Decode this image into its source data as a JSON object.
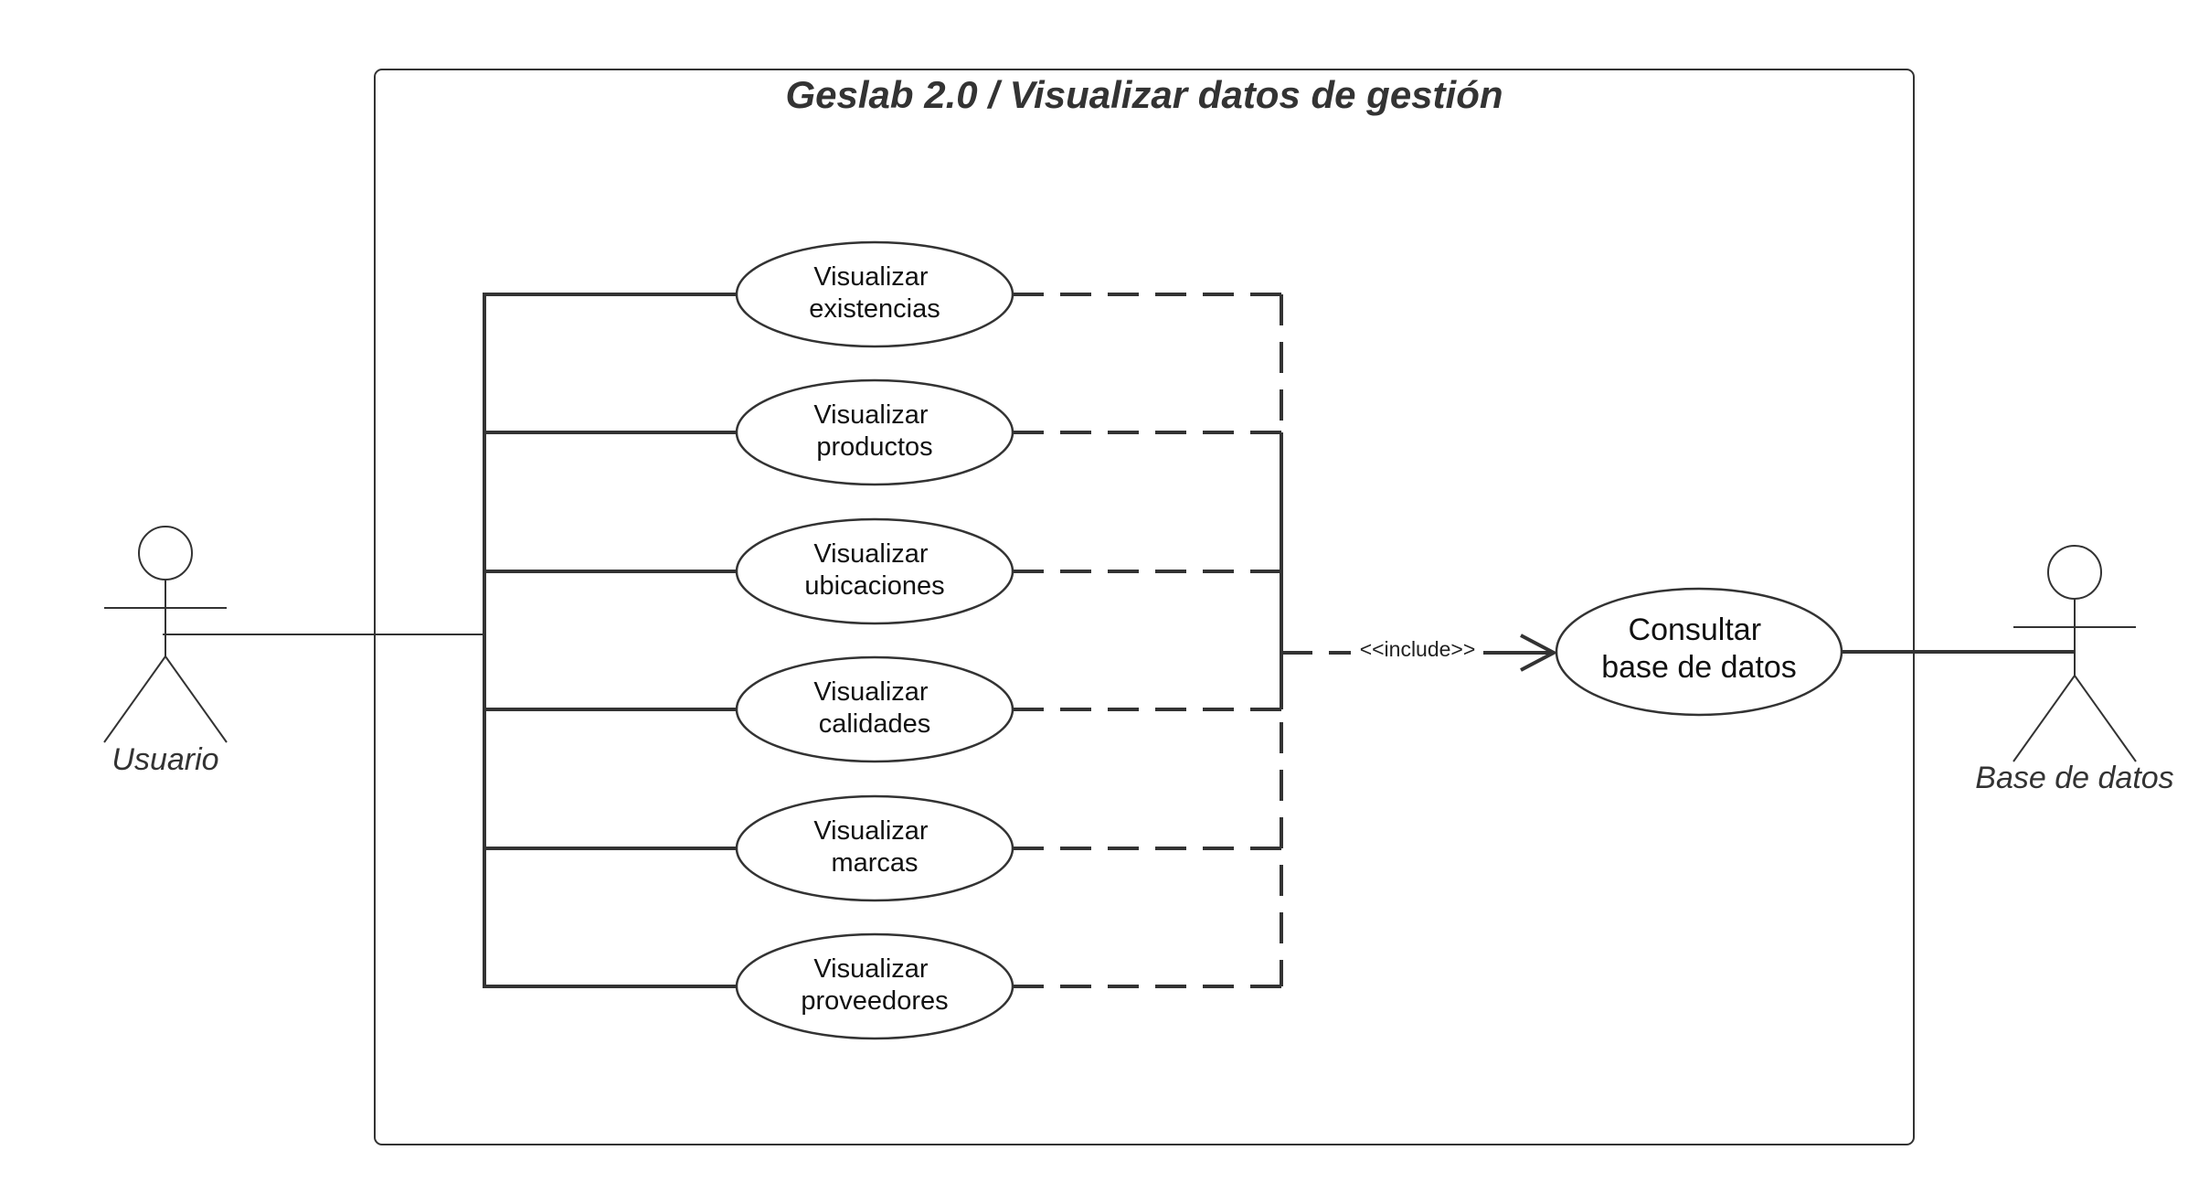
{
  "system": {
    "title": "Geslab 2.0 / Visualizar datos de gestión"
  },
  "actors": {
    "left": {
      "label": "Usuario"
    },
    "right": {
      "label": "Base de datos"
    }
  },
  "use_cases": [
    {
      "line1": "Visualizar",
      "line2": "existencias"
    },
    {
      "line1": "Visualizar",
      "line2": "productos"
    },
    {
      "line1": "Visualizar",
      "line2": "ubicaciones"
    },
    {
      "line1": "Visualizar",
      "line2": "calidades"
    },
    {
      "line1": "Visualizar",
      "line2": "marcas"
    },
    {
      "line1": "Visualizar",
      "line2": "proveedores"
    }
  ],
  "included_use_case": {
    "line1": "Consultar",
    "line2": "base de datos"
  },
  "relationship": {
    "include_label": "<<include>>"
  },
  "colors": {
    "stroke": "#333333",
    "background": "#ffffff"
  }
}
